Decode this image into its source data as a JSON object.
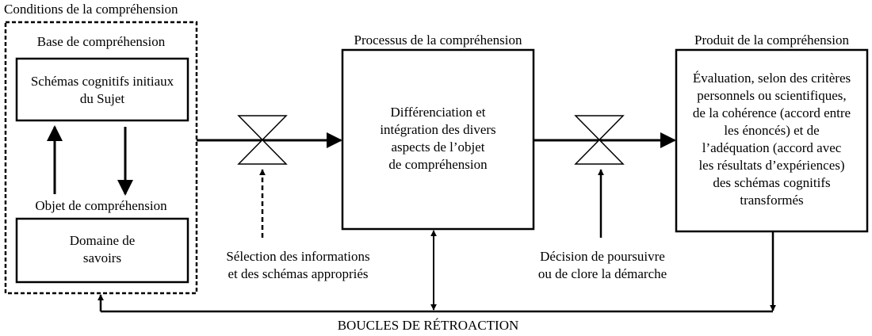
{
  "diagram": {
    "conditions": {
      "title": "Conditions de la compréhension",
      "base_title": "Base de compréhension",
      "base_box": "Schémas cognitifs initiaux\ndu Sujet",
      "objet_title": "Objet de compréhension",
      "objet_box": "Domaine de\nsavoirs"
    },
    "process": {
      "title": "Processus de la compréhension",
      "box": "Différenciation et\nintégration des divers\naspects de l’objet\nde compréhension"
    },
    "product": {
      "title": "Produit de la compréhension",
      "box": "Évaluation, selon des critères\npersonnels ou scientifiques,\nde la cohérence (accord entre\nles énoncés) et de\nl’adéquation (accord avec\nles résultats d’expériences)\ndes schémas cognitifs\ntransformés"
    },
    "selection_label": "Sélection des informations\net des schémas appropriés",
    "decision_label": "Décision de poursuivre\nou de clore la démarche",
    "feedback_label": "BOUCLES DE RÉTROACTION"
  }
}
